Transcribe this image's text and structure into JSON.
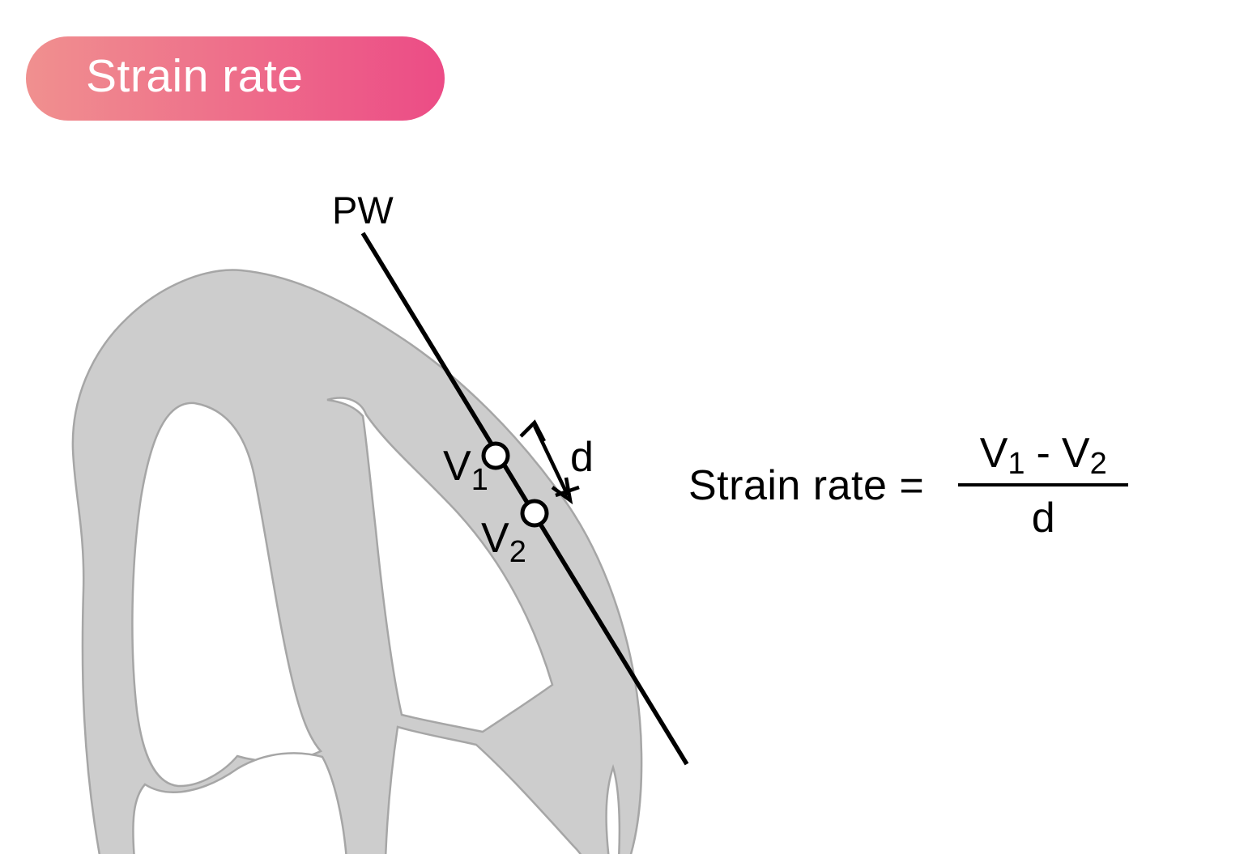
{
  "badge": {
    "label": "Strain rate"
  },
  "colors": {
    "badge_gradient_start": "#f0908f",
    "badge_gradient_end": "#ec4c86",
    "heart_fill": "#cdcdcd",
    "heart_stroke": "#a6a6a6",
    "ink": "#000000"
  },
  "diagram": {
    "pw_label": "PW",
    "d_label": "d",
    "v1": {
      "base": "V",
      "sub": "1"
    },
    "v2": {
      "base": "V",
      "sub": "2"
    }
  },
  "formula": {
    "lhs": "Strain rate =",
    "num_v1": {
      "base": "V",
      "sub": "1"
    },
    "minus": "-",
    "num_v2": {
      "base": "V",
      "sub": "2"
    },
    "denominator": "d"
  }
}
